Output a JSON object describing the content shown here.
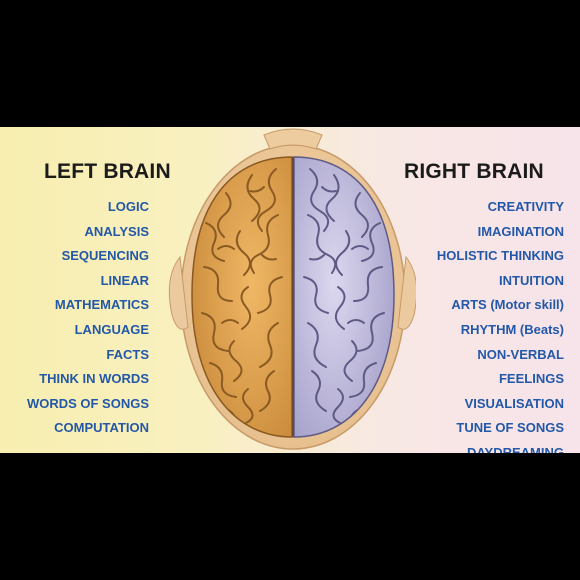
{
  "left": {
    "title": "LEFT BRAIN",
    "items": [
      "LOGIC",
      "ANALYSIS",
      "SEQUENCING",
      "LINEAR",
      "MATHEMATICS",
      "LANGUAGE",
      "FACTS",
      "THINK IN WORDS",
      "WORDS OF SONGS",
      "COMPUTATION"
    ]
  },
  "right": {
    "title": "RIGHT BRAIN",
    "items": [
      "CREATIVITY",
      "IMAGINATION",
      "HOLISTIC THINKING",
      "INTUITION",
      "ARTS (Motor skill)",
      "RHYTHM (Beats)",
      "NON-VERBAL",
      "FEELINGS",
      "VISUALISATION",
      "TUNE OF SONGS",
      "DAYDREAMING"
    ]
  },
  "colors": {
    "left_hemisphere": "#e0a050",
    "right_hemisphere": "#c2bde0",
    "text": "#2358a8",
    "heading": "#1b1b1b",
    "background": "#000000"
  }
}
